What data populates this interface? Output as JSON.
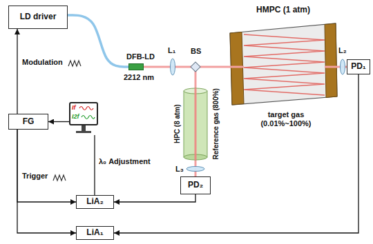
{
  "diagram": {
    "nodes": [
      {
        "text": [
          "LD driver"
        ]
      },
      {
        "text": [
          "DFB-LD",
          "2212 nm"
        ]
      },
      {
        "text": [
          "HMPC (1 atm)"
        ]
      },
      {
        "text": [
          "PD₁"
        ]
      },
      {
        "text": [
          "FG"
        ]
      },
      {
        "text": [
          "If",
          "I2f"
        ]
      },
      {
        "text": [
          "HPC (8 atm)",
          "Reference gas (800%)"
        ]
      },
      {
        "text": [
          "PD₂"
        ]
      },
      {
        "text": [
          "LiA₂"
        ]
      },
      {
        "text": [
          "LiA₁"
        ]
      }
    ],
    "edges": [
      {
        "from": 0,
        "to": 1,
        "arrow": "none"
      },
      {
        "from": 1,
        "to": 2,
        "arrow": "none"
      },
      {
        "from": 2,
        "to": 3,
        "arrow": "none"
      },
      {
        "from": 4,
        "to": 0,
        "arrow": "to",
        "label": "Modulation"
      },
      {
        "from": 5,
        "to": 4,
        "arrow": "to"
      },
      {
        "from": 8,
        "to": 5,
        "arrow": "none",
        "label": "λ₀ Adjustment"
      },
      {
        "from": 4,
        "to": 8,
        "arrow": "to",
        "label": "Trigger"
      },
      {
        "from": 4,
        "to": 9,
        "arrow": "to"
      },
      {
        "from": 6,
        "to": 7,
        "arrow": "none"
      },
      {
        "from": 7,
        "to": 8,
        "arrow": "to"
      },
      {
        "from": 3,
        "to": 9,
        "arrow": "to"
      }
    ],
    "labels": [
      "L₁",
      "BS",
      "L₂",
      "L₃",
      "target gas (0.01%~100%)"
    ]
  }
}
